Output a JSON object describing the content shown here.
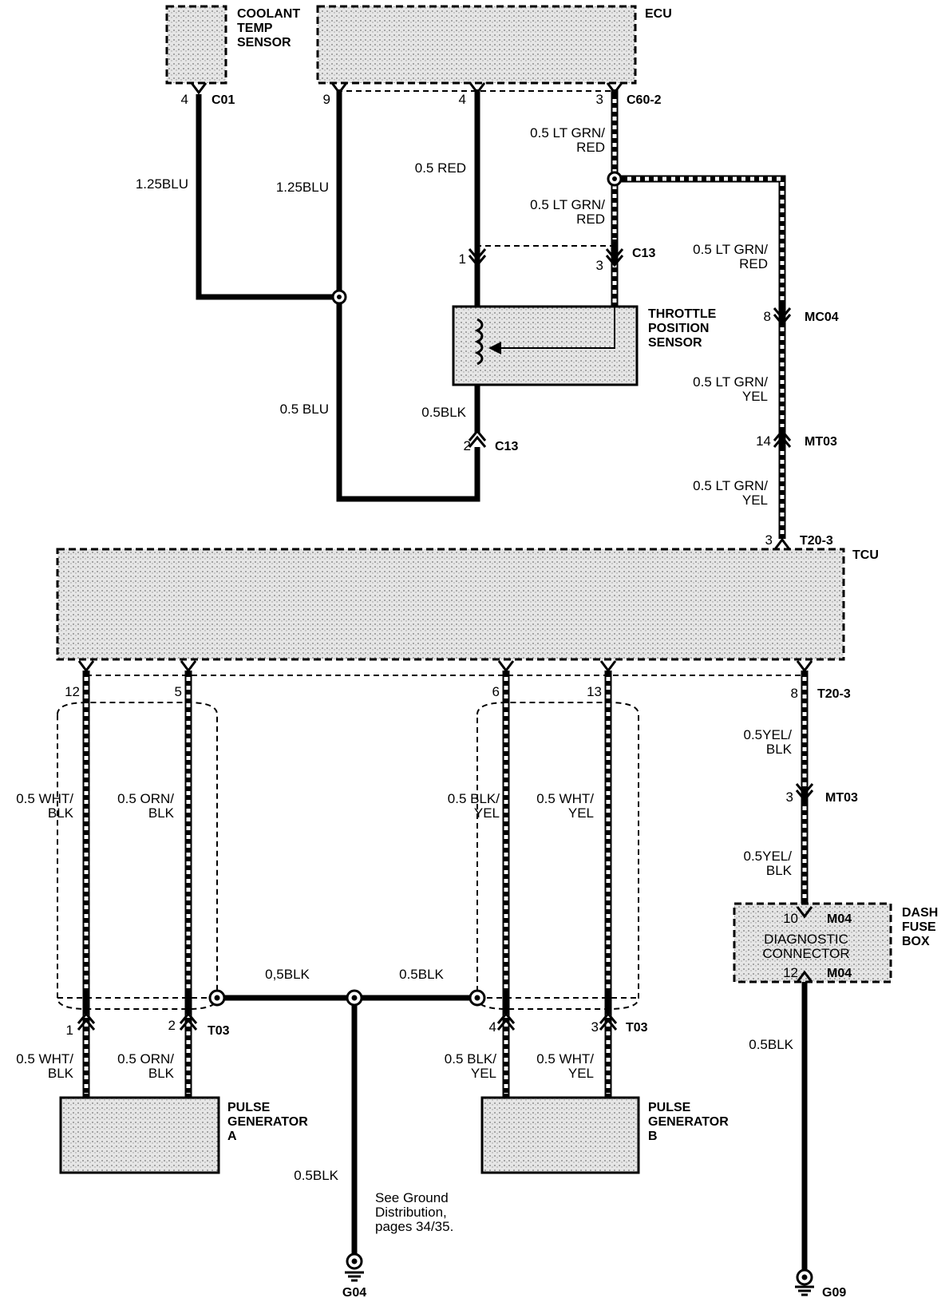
{
  "components": {
    "coolant_sensor": "COOLANT\nTEMP\nSENSOR",
    "ecu": "ECU",
    "throttle": "THROTTLE\nPOSITION\nSENSOR",
    "tcu": "TCU",
    "pulse_a": "PULSE\nGENERATOR\nA",
    "pulse_b": "PULSE\nGENERATOR\nB",
    "diag": "DIAGNOSTIC\nCONNECTOR",
    "dash_fuse_box": "DASH\nFUSE\nBOX"
  },
  "connectors": {
    "c01": "C01",
    "c60_2": "C60-2",
    "c13_top": "C13",
    "c13_bot": "C13",
    "mc04": "MC04",
    "mt03_top": "MT03",
    "t20_3_top": "T20-3",
    "t20_3_bot": "T20-3",
    "mt03_bot": "MT03",
    "m04_top": "M04",
    "m04_bot": "M04",
    "t03_a": "T03",
    "t03_b": "T03",
    "g04": "G04",
    "g09": "G09"
  },
  "pins": {
    "c01": "4",
    "ecu9": "9",
    "ecu4": "4",
    "ecu3": "3",
    "tps1": "1",
    "tps3": "3",
    "tps2": "2",
    "mc04": "8",
    "mt03": "14",
    "tcu3": "3",
    "tcu12": "12",
    "tcu5": "5",
    "tcu6": "6",
    "tcu13": "13",
    "tcu8": "8",
    "mt03b": "3",
    "m04_10": "10",
    "m04_12": "12",
    "t03_1": "1",
    "t03_2": "2",
    "t03_4": "4",
    "t03_3": "3"
  },
  "wires": {
    "w1": "1.25BLU",
    "w2": "1.25BLU",
    "w3": "0.5 RED",
    "w4a": "0.5 LT GRN/\nRED",
    "w4b": "0.5 LT GRN/\nRED",
    "w5": "0.5 LT GRN/\nRED",
    "w6": "0.5 LT GRN/\nYEL",
    "w7": "0.5 LT GRN/\nYEL",
    "w8": "0.5 BLU",
    "w9": "0.5BLK",
    "w10": "0.5 WHT/\nBLK",
    "w11": "0.5 ORN/\nBLK",
    "w12": "0.5 BLK/\nYEL",
    "w13": "0.5 WHT/\nYEL",
    "w14": "0.5YEL/\nBLK",
    "w15": "0.5YEL/\nBLK",
    "w16": "0,5BLK",
    "w17": "0.5BLK",
    "w18": "0.5 WHT/\nBLK",
    "w19": "0.5 ORN/\nBLK",
    "w20": "0.5 BLK/\nYEL",
    "w21": "0.5 WHT/\nYEL",
    "w22": "0.5BLK",
    "w23": "0.5BLK"
  },
  "note": "See Ground\nDistribution,\npages 34/35."
}
